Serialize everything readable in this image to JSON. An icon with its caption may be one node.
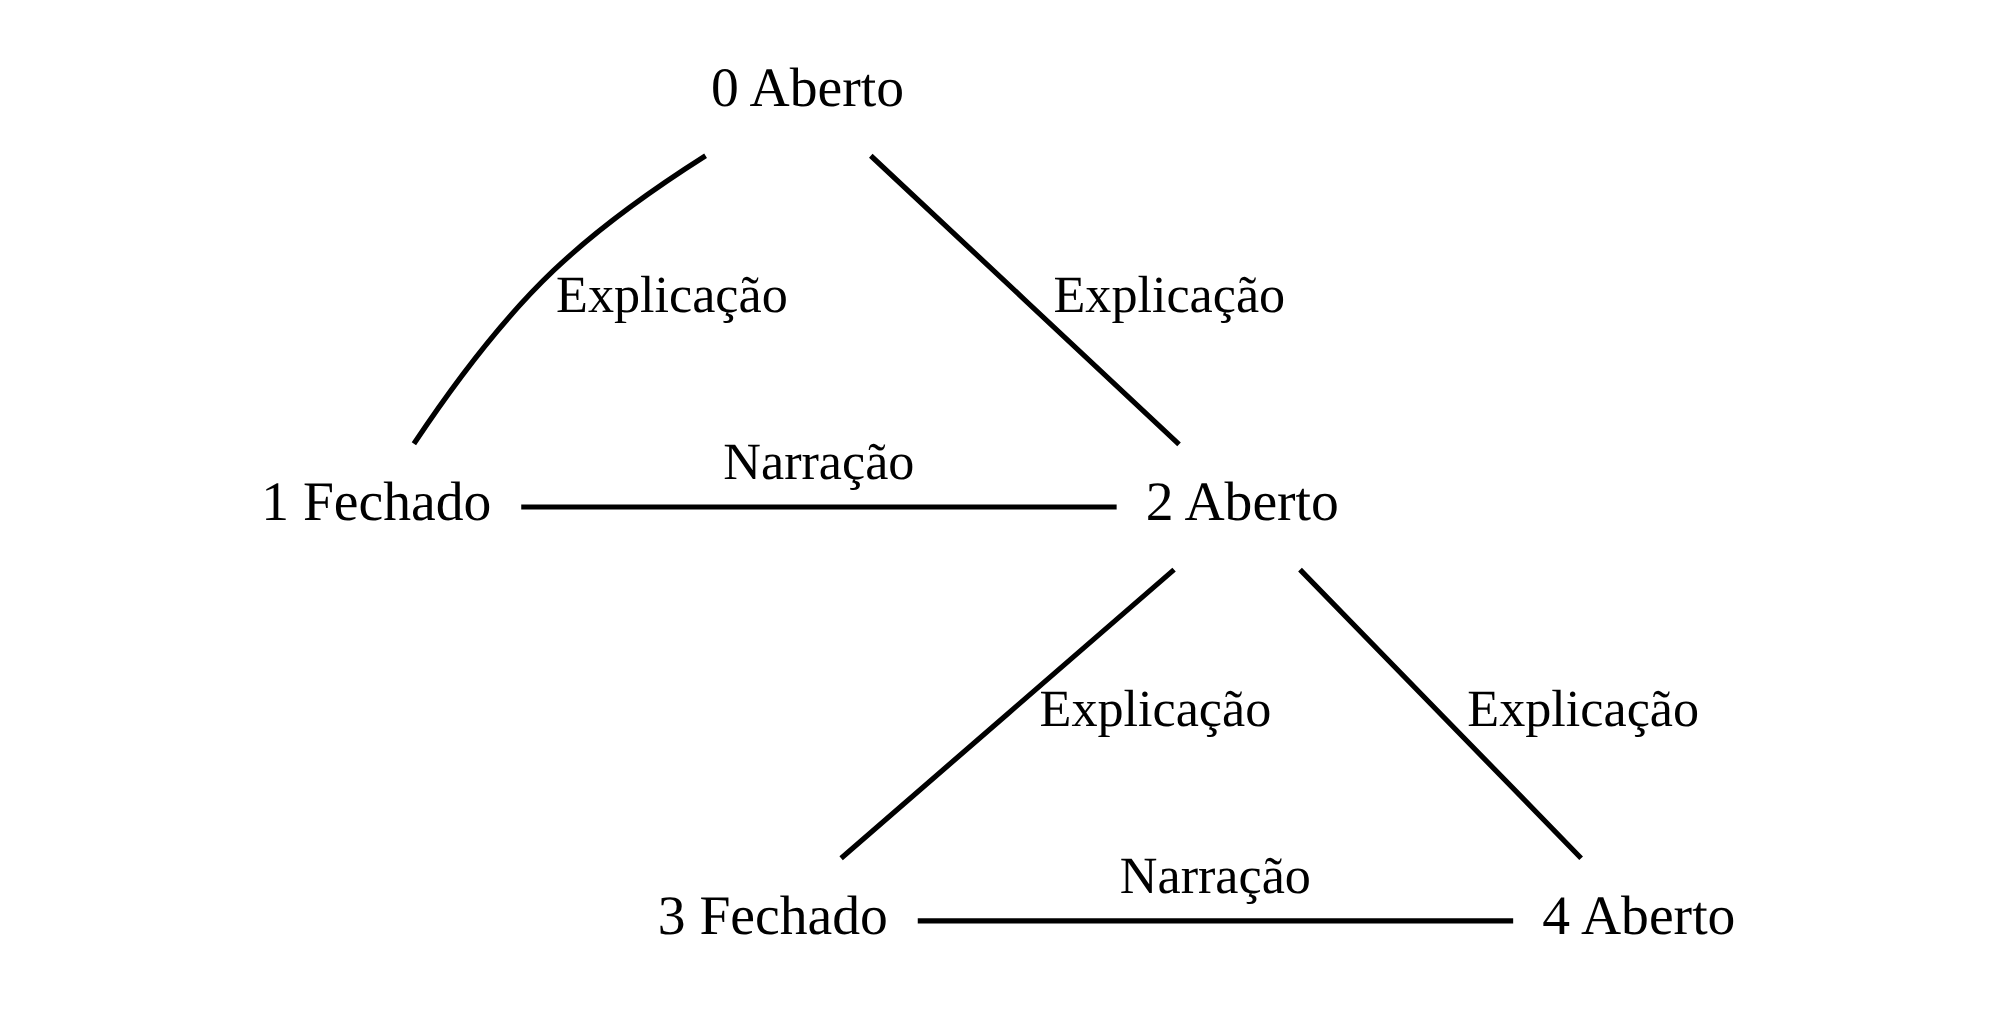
{
  "diagram": {
    "nodes": [
      {
        "text": [
          "0 Aberto"
        ]
      },
      {
        "text": [
          "1 Fechado"
        ]
      },
      {
        "text": [
          "2 Aberto"
        ]
      },
      {
        "text": [
          "3 Fechado"
        ]
      },
      {
        "text": [
          "4 Aberto"
        ]
      }
    ],
    "edges": [
      {
        "from": 0,
        "to": 1,
        "arrow": "none",
        "label": "Explicação"
      },
      {
        "from": 0,
        "to": 2,
        "arrow": "none",
        "label": "Explicação"
      },
      {
        "from": 1,
        "to": 2,
        "arrow": "none",
        "label": "Narração"
      },
      {
        "from": 2,
        "to": 3,
        "arrow": "none",
        "label": "Explicação"
      },
      {
        "from": 2,
        "to": 4,
        "arrow": "none",
        "label": "Explicação"
      },
      {
        "from": 3,
        "to": 4,
        "arrow": "none",
        "label": "Narração"
      }
    ]
  }
}
